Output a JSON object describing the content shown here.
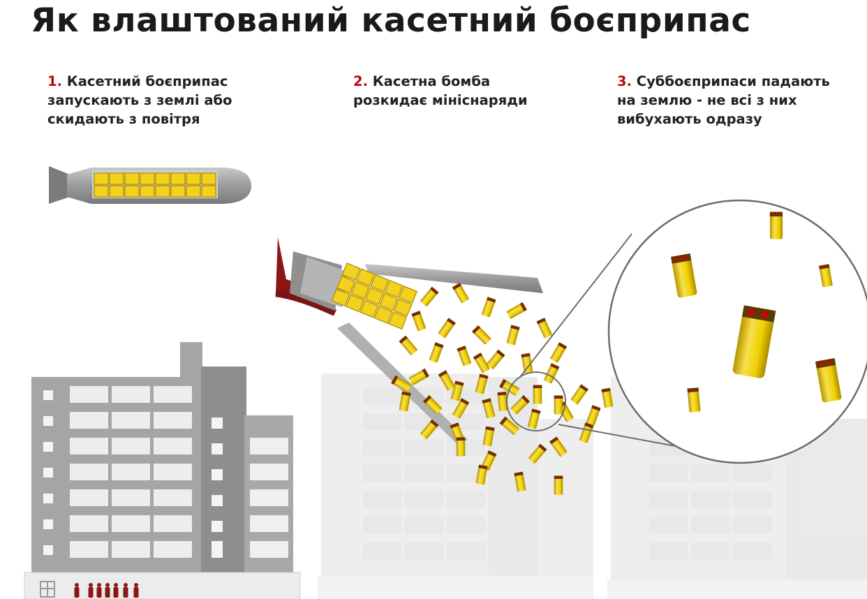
{
  "title": "Як влаштований касетний боєприпас",
  "colors": {
    "accent_red": "#b80c09",
    "text": "#222222",
    "munition_yellow": "#f5d200",
    "munition_gold": "#c9a800",
    "bomb_gray": "#9a9a9a",
    "building_gray": "#a3a3a3",
    "dark_red": "#7a1416"
  },
  "steps": [
    {
      "number": "1.",
      "text": "Касетний боєприпас запускають з землі або скидають з повітря"
    },
    {
      "number": "2.",
      "text": "Касетна бомба розкидає мініснаряди"
    },
    {
      "number": "3.",
      "text": "Суббоєприпаси падають на землю - не всі з них вибухають одразу"
    }
  ]
}
